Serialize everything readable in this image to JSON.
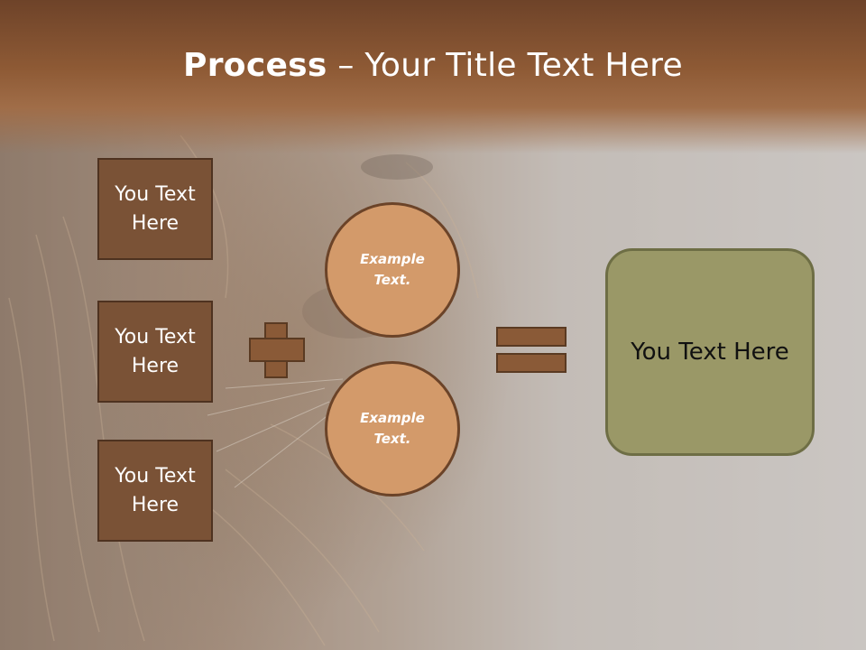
{
  "title": {
    "bold": "Process",
    "rest": " – Your Title Text Here"
  },
  "left_boxes": [
    {
      "line1": "You Text",
      "line2": "Here"
    },
    {
      "line1": "You Text",
      "line2": "Here"
    },
    {
      "line1": "You Text",
      "line2": "Here"
    }
  ],
  "circles": [
    {
      "line1": "Example",
      "line2": "Text."
    },
    {
      "line1": "Example",
      "line2": "Text."
    }
  ],
  "result": {
    "label": "You Text Here"
  },
  "colors": {
    "header": "#8e5a35",
    "box": "#7a5236",
    "circle": "#d39a6a",
    "result": "#9a9867",
    "operator": "#8a5a37"
  }
}
